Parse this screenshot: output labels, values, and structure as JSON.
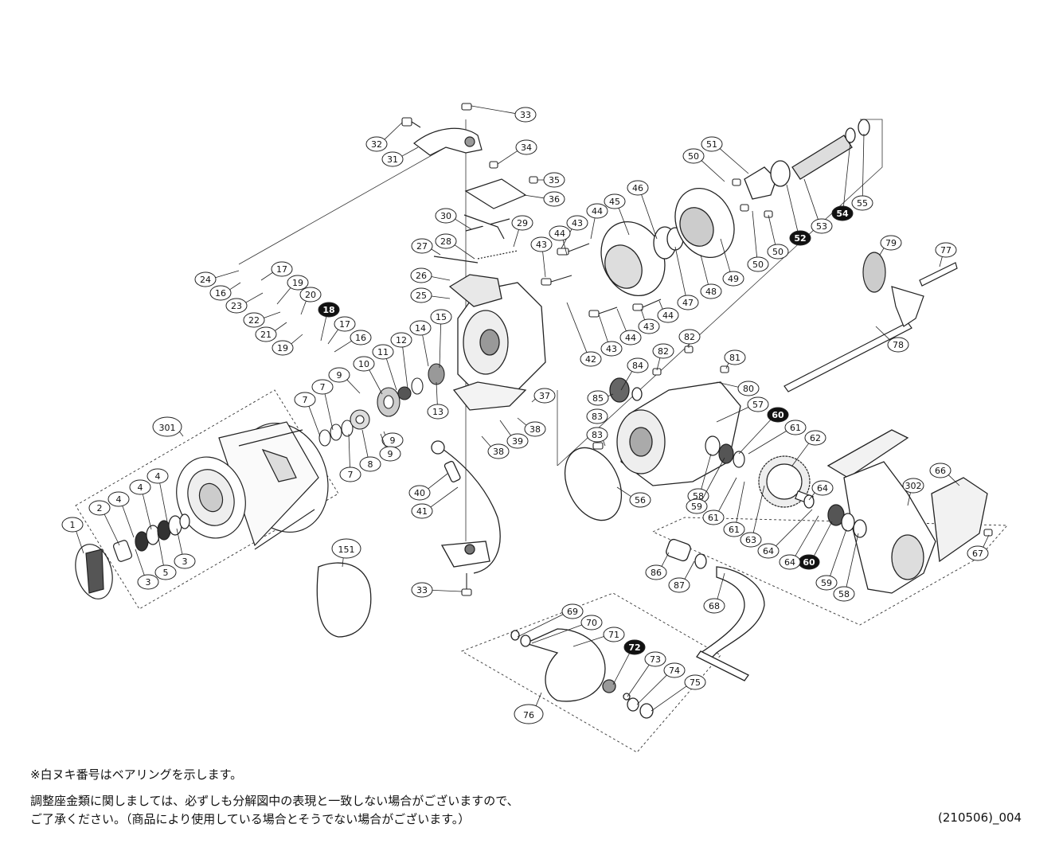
{
  "notes": {
    "bearing_note": "※白ヌキ番号はベアリングを示します。",
    "shim_note_1": "調整座金類に関しましては、必ずしも分解図中の表現と一致しない場合がございますので、",
    "shim_note_2": "ご了承ください。（商品により使用している場合とそうでない場合がございます。）",
    "doc_code": "(210506)_004"
  },
  "part_labels": [
    "1",
    "2",
    "3",
    "3",
    "4",
    "4",
    "4",
    "5",
    "7",
    "7",
    "7",
    "8",
    "9",
    "9",
    "9",
    "10",
    "11",
    "12",
    "13",
    "14",
    "15",
    "16",
    "16",
    "17",
    "17",
    "18",
    "19",
    "19",
    "20",
    "21",
    "22",
    "23",
    "24",
    "25",
    "26",
    "27",
    "28",
    "29",
    "30",
    "31",
    "32",
    "33",
    "33",
    "34",
    "35",
    "36",
    "37",
    "38",
    "38",
    "39",
    "40",
    "41",
    "42",
    "43",
    "43",
    "43",
    "43",
    "44",
    "44",
    "44",
    "44",
    "45",
    "46",
    "47",
    "48",
    "49",
    "50",
    "50",
    "50",
    "51",
    "52",
    "53",
    "54",
    "55",
    "56",
    "57",
    "58",
    "58",
    "59",
    "59",
    "60",
    "60",
    "61",
    "61",
    "61",
    "62",
    "63",
    "64",
    "64",
    "64",
    "66",
    "67",
    "68",
    "69",
    "70",
    "71",
    "72",
    "73",
    "74",
    "75",
    "76",
    "77",
    "78",
    "79",
    "80",
    "81",
    "82",
    "82",
    "83",
    "83",
    "84",
    "85",
    "86",
    "87",
    "151",
    "301",
    "302"
  ]
}
